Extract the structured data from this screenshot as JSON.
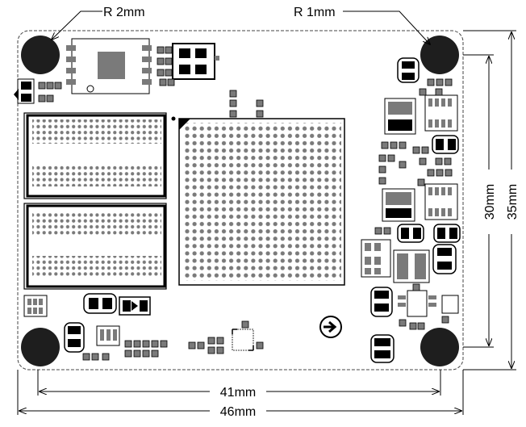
{
  "annotations": {
    "hole_radius_large": "R 2mm",
    "hole_radius_small": "R 1mm",
    "width_inner": "41mm",
    "width_outer": "46mm",
    "height_inner": "30mm",
    "height_outer": "35mm"
  },
  "colors": {
    "board_outline": "#444444",
    "component": "#000000",
    "pad": "#7a7a7a",
    "pad_light": "#bdbdbd",
    "hole": "#1e1e1e",
    "background": "#ffffff"
  },
  "icons": {
    "direction_marker": "arrow-right-in-circle-icon",
    "pin1_marker": "triangle-icon"
  }
}
